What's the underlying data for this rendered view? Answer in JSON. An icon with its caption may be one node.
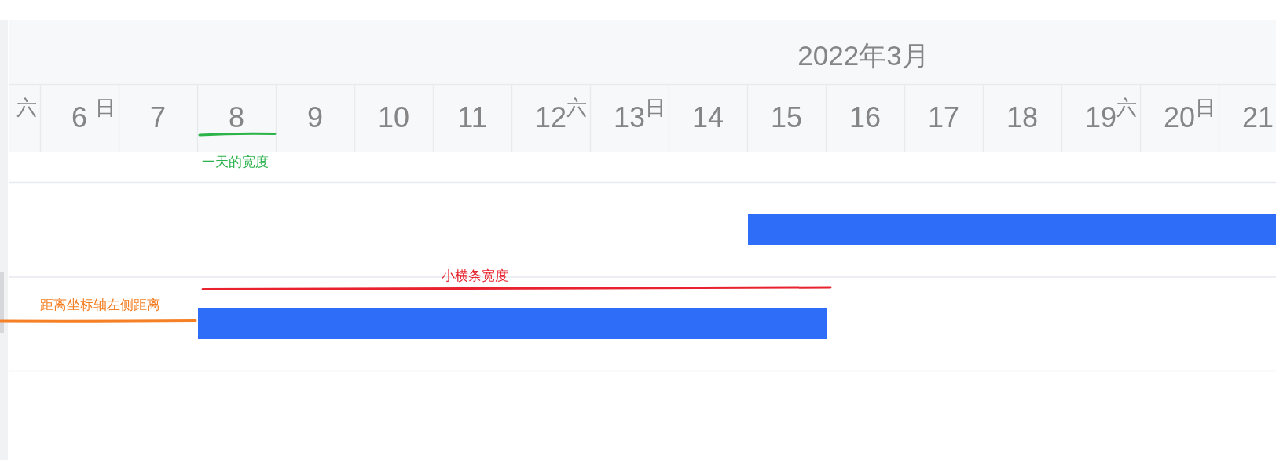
{
  "diagram": {
    "nodes": [
      {
        "text": [],
        "shape": "bar"
      },
      {
        "text": [],
        "shape": "bar"
      }
    ],
    "labels": [
      "2022年3月",
      "六",
      "6",
      "日",
      "7",
      "8",
      "9",
      "10",
      "11",
      "12",
      "六",
      "13",
      "日",
      "14",
      "15",
      "16",
      "17",
      "18",
      "19",
      "六",
      "20",
      "日",
      "21",
      "一天的宽度",
      "小横条宽度",
      "距离坐标轴左侧距离"
    ]
  }
}
